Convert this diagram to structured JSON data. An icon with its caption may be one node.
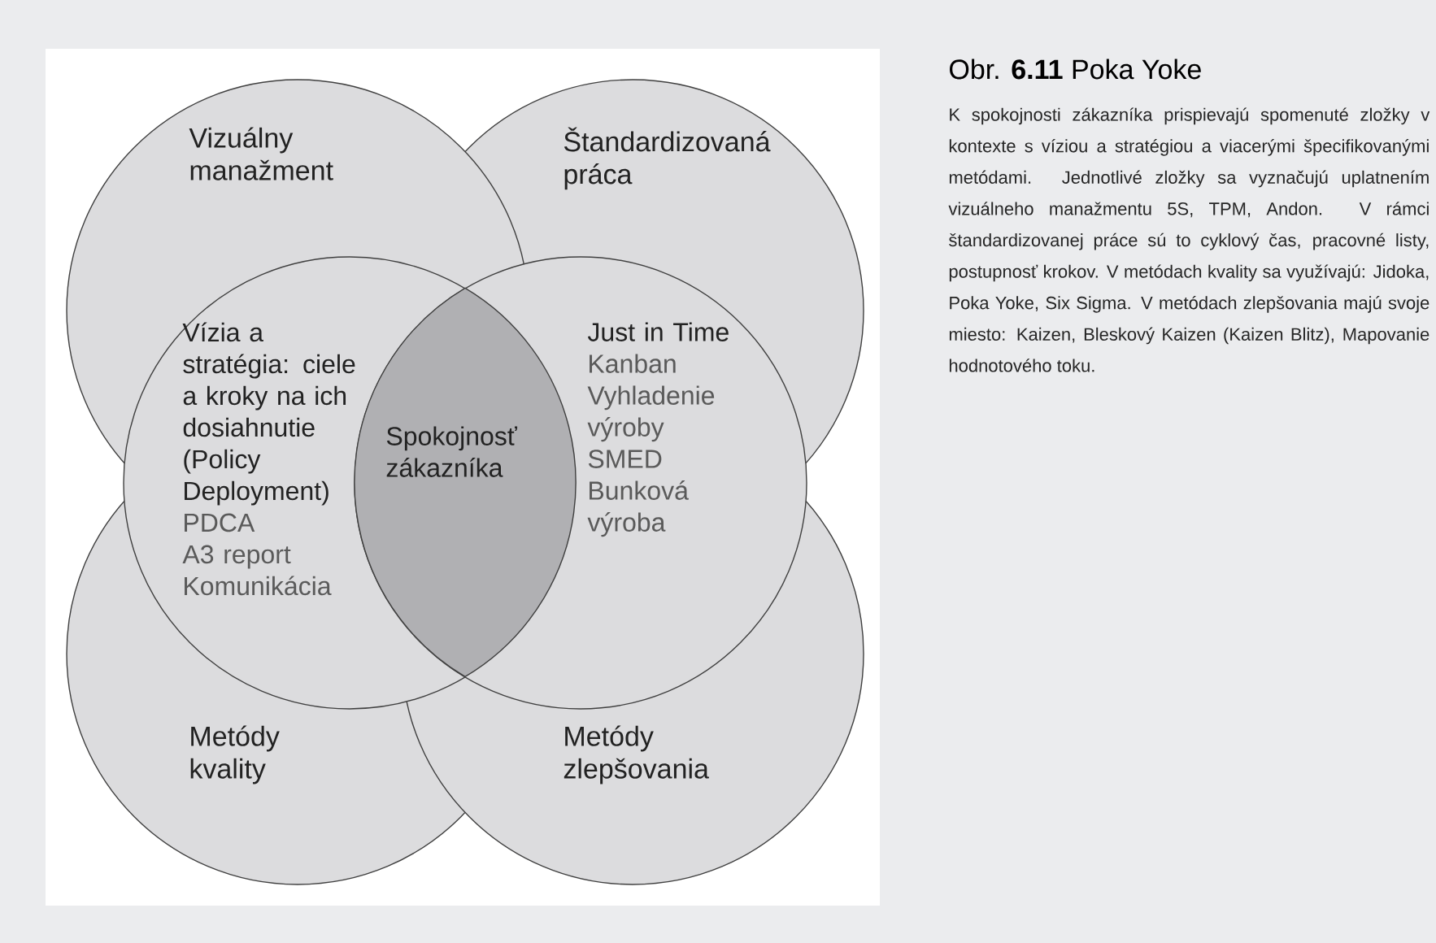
{
  "diagram": {
    "title": "Obr. **6.11** Poka Yoke",
    "caption": "K spokojnosti zákazníka prispievajú spomenuté zložky v kontexte s víziou a stratégiou a viacerými špecifikovanými metódami. Jednotlivé zložky sa vyznačujú uplatnením vizuálneho manažmentu 5S, TPM, Andon. V rámci štandardizovanej práce sú to cyklový čas, pracovné listy, postupnosť krokov. V metódach kvality sa využívajú: Jidoka, Poka Yoke, Six Sigma. V metódach zlepšovania majú svoje miesto: Kaizen, Bleskový Kaizen (Kaizen Blitz), Mapovanie hodnotového toku.",
    "nodes": [
      {
        "text": [
          "Vizuálny manažment"
        ]
      },
      {
        "text": [
          "Štandardizovaná práca"
        ]
      },
      {
        "text": [
          "Vízia a stratégia: ciele a kroky na ich dosiahnutie (Policy Deployment)",
          "PDCA",
          "A3 report",
          "Komunikácia"
        ]
      },
      {
        "text": [
          "Spokojnosť zákazníka"
        ]
      },
      {
        "text": [
          "Just in Time",
          "Kanban",
          "Vyhladenie výroby",
          "SMED",
          "Bunková výroba"
        ]
      },
      {
        "text": [
          "Metódy kvality"
        ]
      },
      {
        "text": [
          "Metódy zlepšovania"
        ]
      }
    ]
  }
}
